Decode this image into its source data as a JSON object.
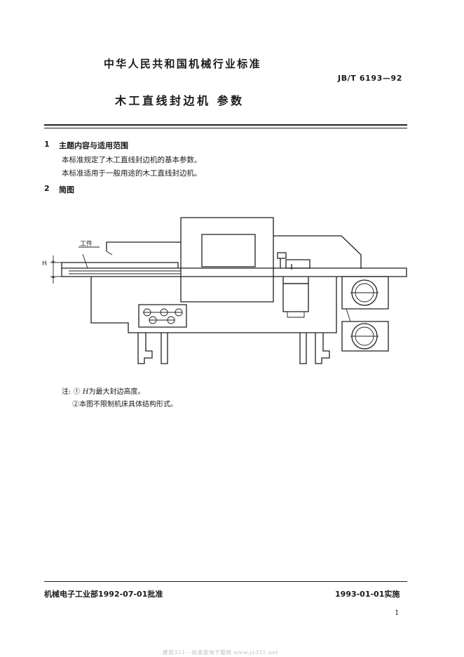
{
  "header": {
    "industry_standard": "中华人民共和国机械行业标准",
    "standard_number": "JB/T 6193—92",
    "title": "木工直线封边机  参数"
  },
  "sections": [
    {
      "number": "1",
      "heading": "主题内容与适用范围",
      "paragraphs": [
        "本标准规定了木工直线封边机的基本参数。",
        "本标准适用于一般用途的木工直线封边机。"
      ]
    },
    {
      "number": "2",
      "heading": "简图"
    }
  ],
  "diagram": {
    "workpiece_label": "工件",
    "dimension_label": "H"
  },
  "notes": {
    "note1_prefix": "注: ①",
    "note1_symbol": "H",
    "note1_text": "为最大封边高度。",
    "note2": "②本图不限制机床具体结构形式。"
  },
  "footer": {
    "approval": "机械电子工业部1992-07-01批准",
    "implementation": "1993-01-01实施",
    "page_number": "1",
    "watermark": "建筑321---标准查询下载网    www.jz321.net"
  }
}
